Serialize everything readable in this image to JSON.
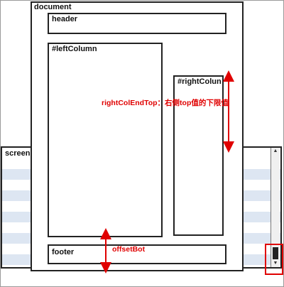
{
  "labels": {
    "document": "document",
    "header": "header",
    "left_column": "#leftColumn",
    "right_column": "#rightColun",
    "footer": "footer",
    "screen": "screen"
  },
  "annotations": {
    "right_col_end_top": "rightColEndTop：右侧top值的下限值",
    "offset_bot": "offsetBot"
  },
  "colors": {
    "annotation": "#e00000",
    "stripe": "#dde6f2",
    "outline": "#222222"
  }
}
